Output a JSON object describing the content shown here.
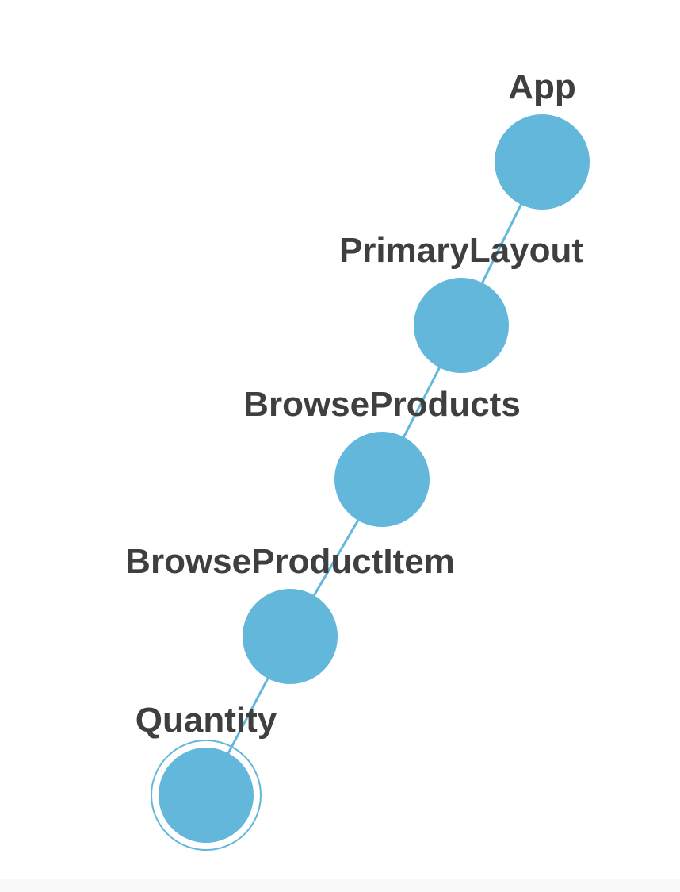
{
  "colors": {
    "node": "#62b7db",
    "edge": "#62b7db",
    "label": "#3f3f3f",
    "selected_ring": "#62b7db"
  },
  "tree": {
    "nodes": [
      {
        "id": "app",
        "label": "App",
        "selected": false
      },
      {
        "id": "primary-layout",
        "label": "PrimaryLayout",
        "selected": false
      },
      {
        "id": "browse-products",
        "label": "BrowseProducts",
        "selected": false
      },
      {
        "id": "browse-product-item",
        "label": "BrowseProductItem",
        "selected": false
      },
      {
        "id": "quantity",
        "label": "Quantity",
        "selected": true
      }
    ]
  }
}
